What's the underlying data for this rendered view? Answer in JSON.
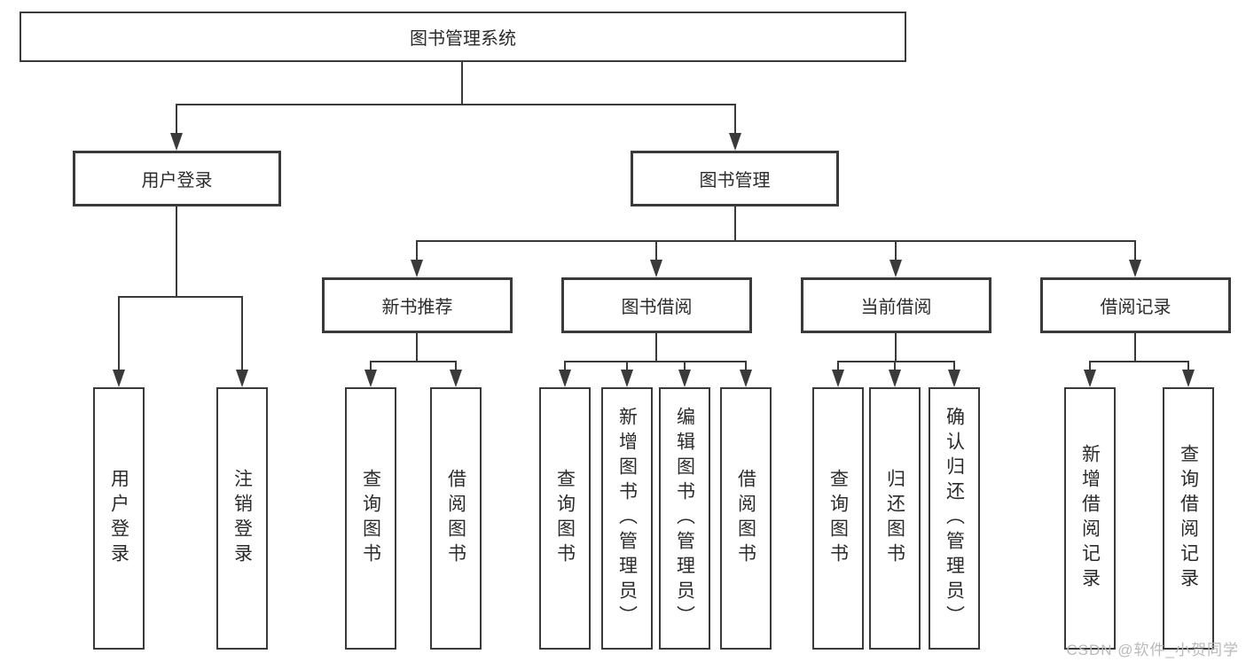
{
  "diagram": {
    "title": "图书管理系统",
    "type": "functional-structure-tree"
  },
  "colors": {
    "line": "#3a3a3a",
    "text": "#2b2b2b",
    "watermark": "#b9b9b9",
    "background": "#ffffff"
  },
  "watermark": {
    "text": "CSDN @软件_小贺同学"
  },
  "tree": {
    "root": {
      "label": "图书管理系统",
      "children": [
        {
          "label": "用户登录",
          "children": [
            {
              "label": "用户登录"
            },
            {
              "label": "注销登录"
            }
          ]
        },
        {
          "label": "图书管理",
          "children": [
            {
              "label": "新书推荐",
              "children": [
                {
                  "label": "查询图书"
                },
                {
                  "label": "借阅图书"
                }
              ]
            },
            {
              "label": "图书借阅",
              "children": [
                {
                  "label": "查询图书"
                },
                {
                  "label": "新增图书（管理员）"
                },
                {
                  "label": "编辑图书（管理员）"
                },
                {
                  "label": "借阅图书"
                }
              ]
            },
            {
              "label": "当前借阅",
              "children": [
                {
                  "label": "查询图书"
                },
                {
                  "label": "归还图书"
                },
                {
                  "label": "确认归还（管理员）"
                }
              ]
            },
            {
              "label": "借阅记录",
              "children": [
                {
                  "label": "新增借阅记录"
                },
                {
                  "label": "查询借阅记录"
                }
              ]
            }
          ]
        }
      ]
    }
  }
}
